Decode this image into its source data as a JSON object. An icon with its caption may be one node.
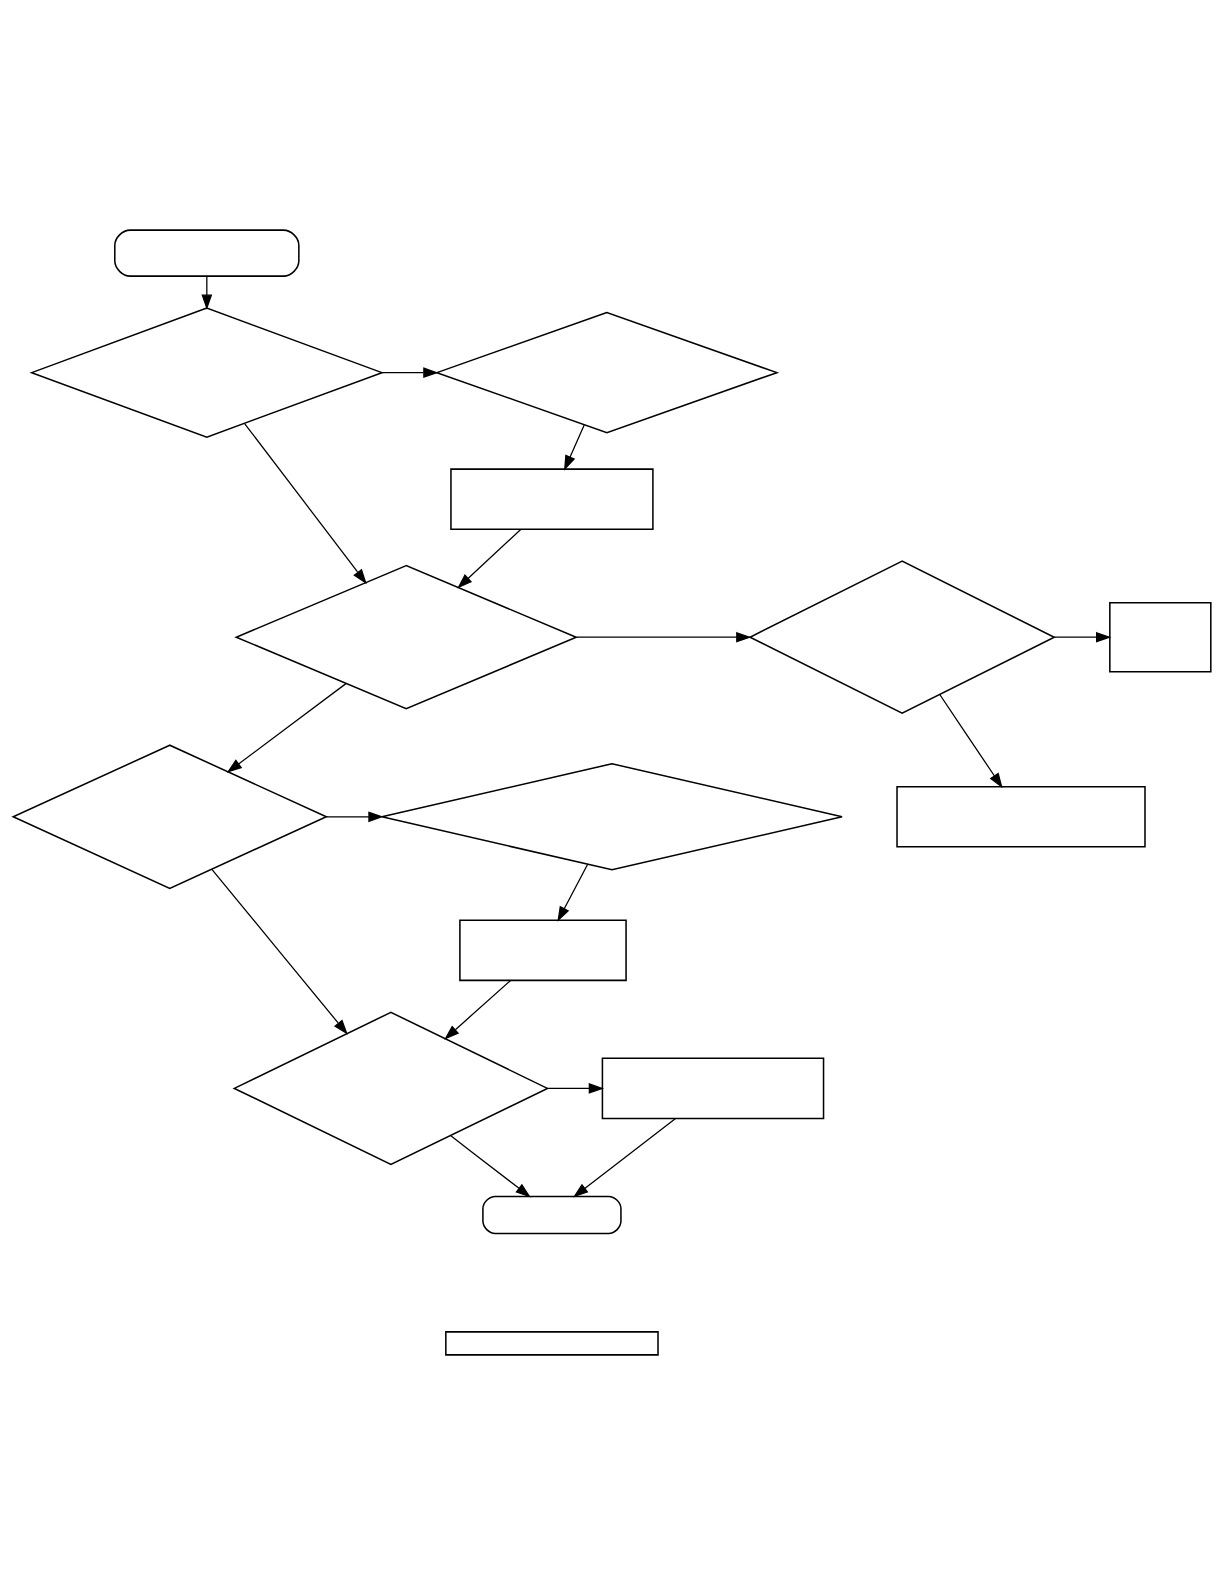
{
  "diagram": {
    "nodes": [
      {
        "text": [],
        "shape": "box"
      },
      {
        "text": [],
        "shape": "diamond"
      },
      {
        "text": [],
        "shape": "diamond"
      },
      {
        "text": [],
        "shape": "box"
      },
      {
        "text": [],
        "shape": "diamond"
      },
      {
        "text": [],
        "shape": "diamond"
      },
      {
        "text": [],
        "shape": "box"
      },
      {
        "text": [],
        "shape": "box"
      },
      {
        "text": [],
        "shape": "diamond"
      },
      {
        "text": [],
        "shape": "diamond"
      },
      {
        "text": [],
        "shape": "box"
      },
      {
        "text": [],
        "shape": "diamond"
      },
      {
        "text": [],
        "shape": "box"
      },
      {
        "text": [],
        "shape": "box"
      },
      {
        "text": [],
        "shape": "box"
      }
    ],
    "edges": [
      {
        "from": 0,
        "to": 1,
        "arrow": "to"
      },
      {
        "from": 1,
        "to": 2,
        "arrow": "to"
      },
      {
        "from": 2,
        "to": 3,
        "arrow": "to"
      },
      {
        "from": 3,
        "to": 4,
        "arrow": "to"
      },
      {
        "from": 1,
        "to": 4,
        "arrow": "to"
      },
      {
        "from": 4,
        "to": 5,
        "arrow": "to"
      },
      {
        "from": 5,
        "to": 6,
        "arrow": "to"
      },
      {
        "from": 5,
        "to": 7,
        "arrow": "to"
      },
      {
        "from": 4,
        "to": 8,
        "arrow": "to"
      },
      {
        "from": 8,
        "to": 9,
        "arrow": "to"
      },
      {
        "from": 9,
        "to": 10,
        "arrow": "to"
      },
      {
        "from": 10,
        "to": 11,
        "arrow": "to"
      },
      {
        "from": 8,
        "to": 11,
        "arrow": "to"
      },
      {
        "from": 11,
        "to": 12,
        "arrow": "to"
      },
      {
        "from": 11,
        "to": 13,
        "arrow": "to"
      },
      {
        "from": 12,
        "to": 13,
        "arrow": "to"
      }
    ]
  }
}
